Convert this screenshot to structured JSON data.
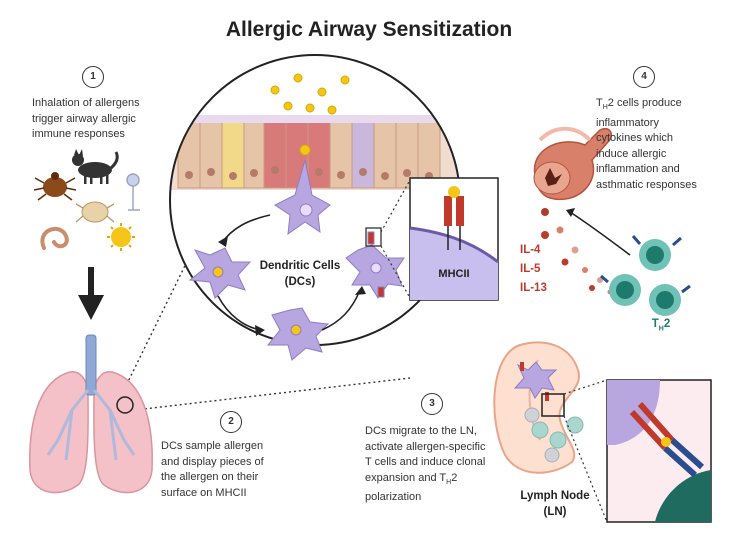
{
  "title": "Allergic Airway Sensitization",
  "steps": [
    {
      "num": "1",
      "text": [
        "Inhalation of allergens",
        "trigger airway allergic",
        "immune responses"
      ]
    },
    {
      "num": "2",
      "text": [
        "DCs sample allergen",
        "and display pieces of",
        "the allergen on their",
        "surface on MHCII"
      ]
    },
    {
      "num": "3",
      "text": [
        "DCs migrate to the LN,",
        "activate allergen-specific",
        "T cells and induce clonal",
        "expansion and T",
        "H",
        "2",
        "polarization"
      ]
    },
    {
      "num": "4",
      "text": [
        "T",
        "H",
        "2 cells produce",
        "inflammatory",
        "cytokines which",
        "induce allergic",
        "inflammation and",
        "asthmatic responses"
      ]
    }
  ],
  "labels": {
    "dendritic_cells": [
      "Dendritic Cells",
      "(DCs)"
    ],
    "mhcii": "MHCII",
    "th2_main": "T",
    "th2_sub": "H",
    "th2_tail": "2",
    "lymph_node": [
      "Lymph Node",
      "(LN)"
    ]
  },
  "cytokines": [
    "IL-4",
    "IL-5",
    "IL-13"
  ],
  "colors": {
    "cytokine_red": "#c0392b",
    "th2_teal": "#1f7a6e",
    "dc_purple": "#b8a6e0",
    "lung_pink": "#f3c1c7",
    "trachea_blue": "#8fa8d6",
    "allergen_yellow": "#f5c518"
  }
}
